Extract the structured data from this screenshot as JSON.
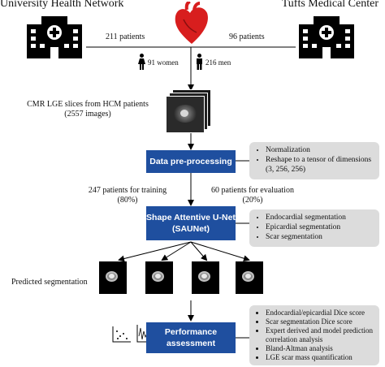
{
  "header": {
    "left_institution": "University Health Network",
    "right_institution": "Tufts Medical Center",
    "left_patients": "211 patients",
    "right_patients": "96 patients"
  },
  "demographics": {
    "women": "91 women",
    "men": "216 men"
  },
  "cmr": {
    "line1": "CMR LGE slices from HCM patients",
    "line2": "(2557 images)"
  },
  "preprocessing": {
    "label": "Data pre-processing",
    "notes": [
      "Normalization",
      "Reshape to a tensor of dimensions",
      "(3, 256, 256)"
    ]
  },
  "split": {
    "train_line1": "247 patients for training",
    "train_line2": "(80%)",
    "eval_line1": "60 patients for evaluation",
    "eval_line2": "(20%)"
  },
  "model": {
    "line1": "Shape Attentive U-Net",
    "line2": "(SAUNet)",
    "notes": [
      "Endocardial segmentation",
      "Epicardial segmentation",
      "Scar segmentation"
    ]
  },
  "prediction": {
    "label": "Predicted segmentation"
  },
  "performance": {
    "line1": "Performance",
    "line2": "assessment",
    "notes": [
      "Endocardial/epicardial Dice score",
      "Scar segmentation Dice score",
      "Expert derived and model prediction correlation analysis",
      "Bland-Altman analysis",
      "LGE scar mass quantification"
    ]
  },
  "colors": {
    "box_blue": "#1f4f9f",
    "heart_red": "#d81e1e",
    "note_gray": "#dcdcdc"
  }
}
